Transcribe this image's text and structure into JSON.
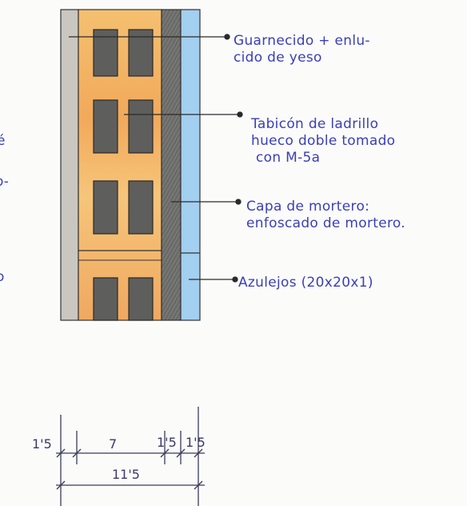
{
  "labels": {
    "finish": [
      "Guarnecido + enlu-",
      "cido de yeso"
    ],
    "partition": [
      "Tabicón de ladrillo",
      "hueco doble tomado",
      "con M-5a"
    ],
    "mortar": [
      "Capa de mortero:",
      "enfoscado de mortero."
    ],
    "tiles": [
      "Azulejos (20x20x1)"
    ]
  },
  "dimensions": {
    "left_finish": "1'5",
    "brick": "7",
    "mortar": "1'5",
    "tile": "1'5",
    "total": "11'5"
  },
  "edge_marks": [
    "é",
    "o-",
    "o"
  ],
  "colors": {
    "ink": "#3a3fb8",
    "plaster": "#c9c6c0",
    "brick": "#f2b060",
    "brick_light": "#f7d27a",
    "hole": "#5c5c5a",
    "mortar": "#6f6f6d",
    "tile": "#9fcdf0",
    "outline": "#222222"
  }
}
